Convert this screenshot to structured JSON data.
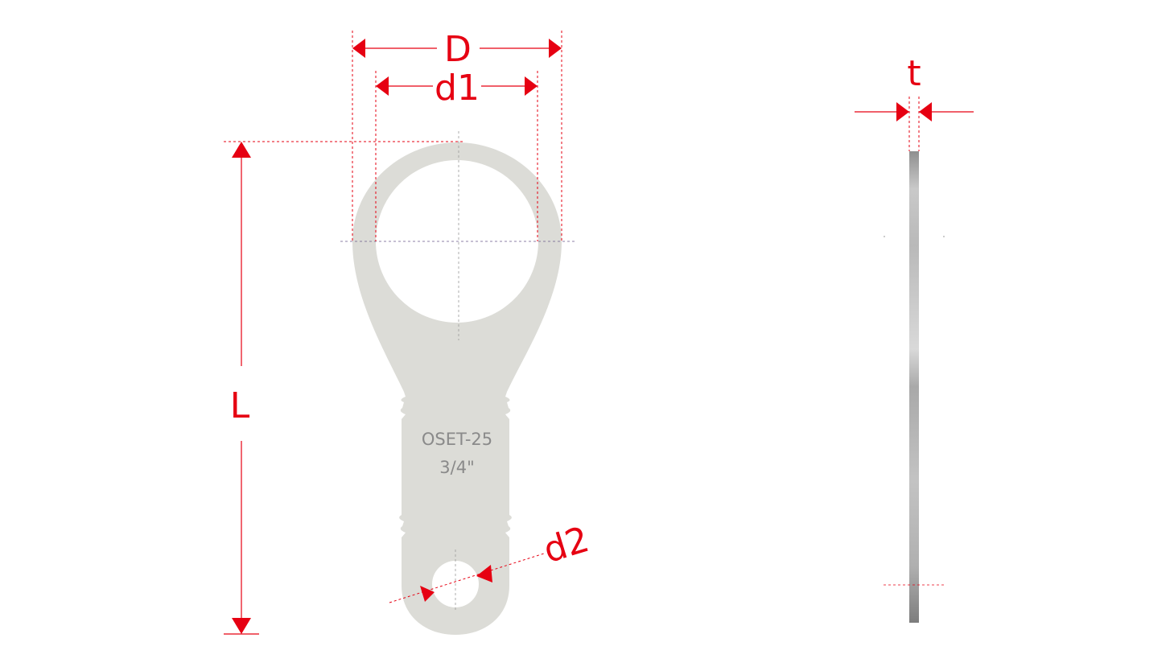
{
  "diagram": {
    "part_label": {
      "line1": "OSET-25",
      "line2": "3/4\""
    },
    "dimensions": {
      "D": "D",
      "d1": "d1",
      "L": "L",
      "d2": "d2",
      "t": "t"
    }
  },
  "colors": {
    "dimension": "#e60012",
    "part_fill": "#dcdcd7",
    "part_text": "#8a8a8a",
    "centerline": "#6a5a8a",
    "background": "#ffffff"
  }
}
